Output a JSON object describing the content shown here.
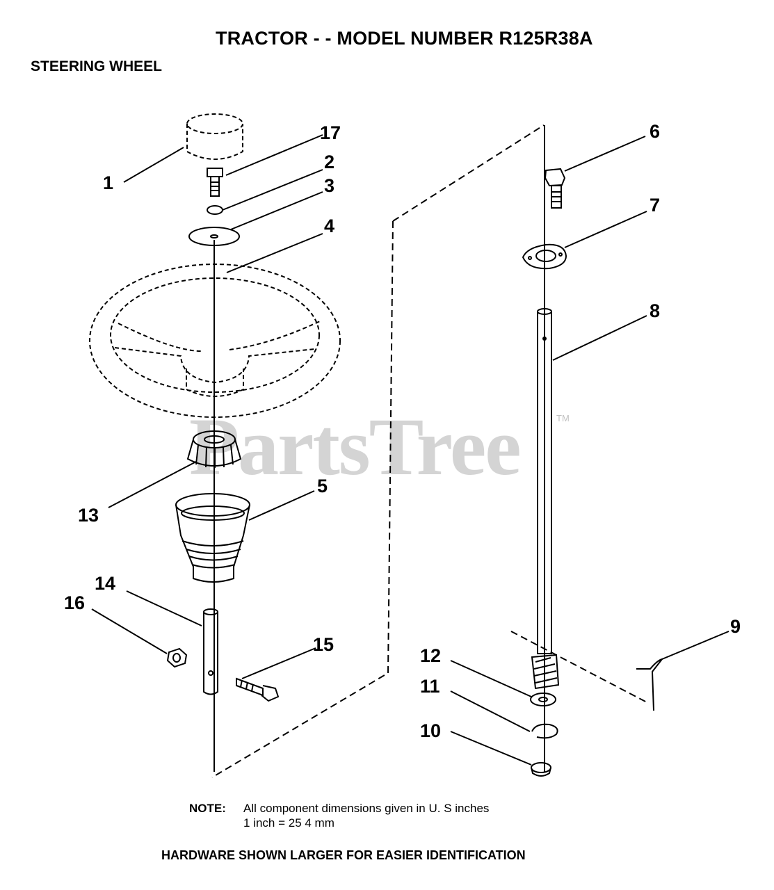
{
  "title": "TRACTOR - - MODEL NUMBER R125R38A",
  "subtitle": "STEERING WHEEL",
  "note": {
    "label": "NOTE:",
    "line1": "All component dimensions given in U. S  inches",
    "line2": "1 inch = 25 4 mm"
  },
  "footer": "HARDWARE SHOWN LARGER FOR EASIER IDENTIFICATION",
  "watermark": "PartsTree",
  "watermark_tm": "TM",
  "callouts": [
    "1",
    "2",
    "3",
    "4",
    "5",
    "6",
    "7",
    "8",
    "9",
    "10",
    "11",
    "12",
    "13",
    "14",
    "15",
    "16",
    "17"
  ]
}
